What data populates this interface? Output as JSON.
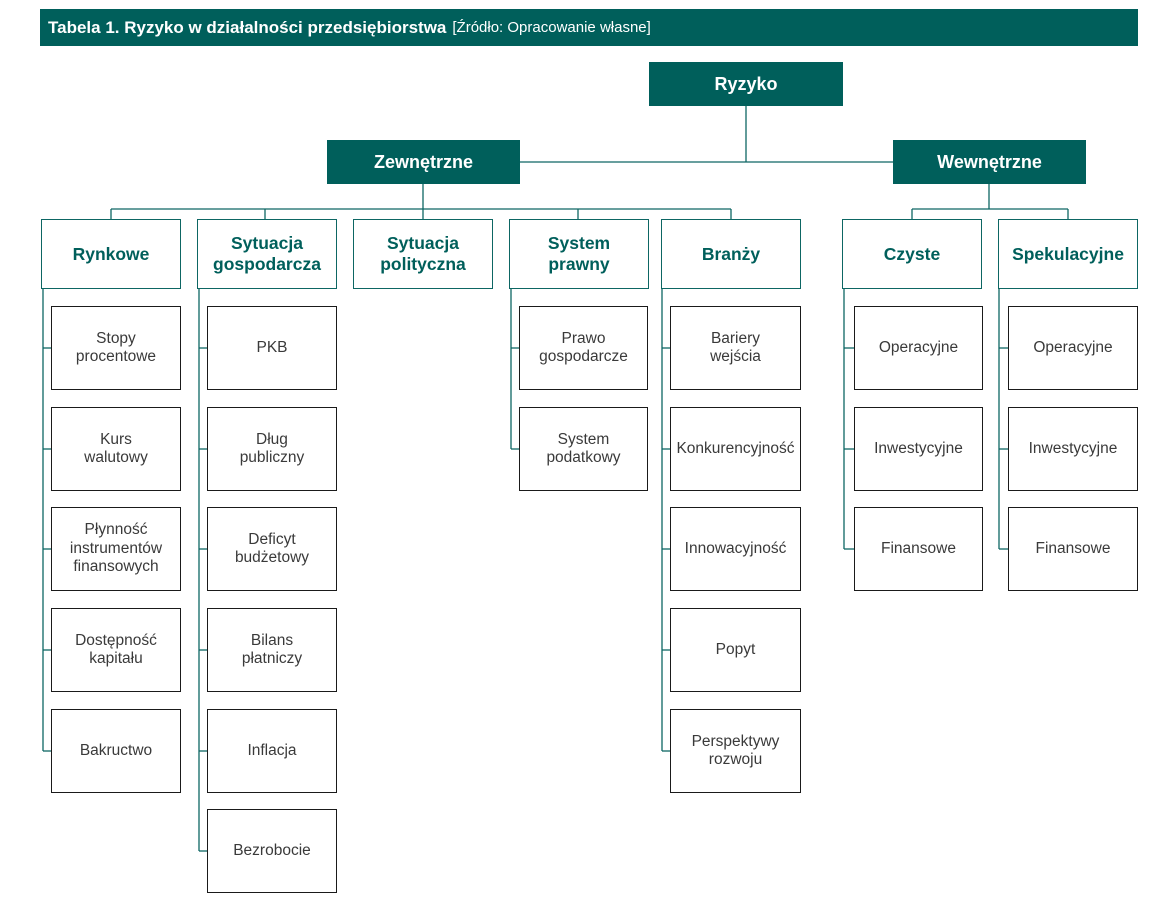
{
  "title": {
    "main": "Tabela 1. Ryzyko w działalności przedsiębiorstwa",
    "source": "[Źródło: Opracowanie własne]"
  },
  "diagram": {
    "root": "Ryzyko",
    "external": {
      "label": "Zewnętrzne",
      "categories": [
        {
          "label": "Rynkowe",
          "items": [
            "Stopy\nprocentowe",
            "Kurs\nwalutowy",
            "Płynność\ninstrumentów\nfinansowych",
            "Dostępność\nkapitału",
            "Bakructwo"
          ]
        },
        {
          "label": "Sytuacja\ngospodarcza",
          "items": [
            "PKB",
            "Dług\npubliczny",
            "Deficyt\nbudżetowy",
            "Bilans\npłatniczy",
            "Inflacja",
            "Bezrobocie"
          ]
        },
        {
          "label": "Sytuacja\npolityczna",
          "items": []
        },
        {
          "label": "System\nprawny",
          "items": [
            "Prawo\ngospodarcze",
            "System\npodatkowy"
          ]
        },
        {
          "label": "Branży",
          "items": [
            "Bariery\nwejścia",
            "Konkurencyjność",
            "Innowacyjność",
            "Popyt",
            "Perspektywy\nrozwoju"
          ]
        }
      ]
    },
    "internal": {
      "label": "Wewnętrzne",
      "categories": [
        {
          "label": "Czyste",
          "items": [
            "Operacyjne",
            "Inwestycyjne",
            "Finansowe"
          ]
        },
        {
          "label": "Spekulacyjne",
          "items": [
            "Operacyjne",
            "Inwestycyjne",
            "Finansowe"
          ]
        }
      ]
    }
  }
}
